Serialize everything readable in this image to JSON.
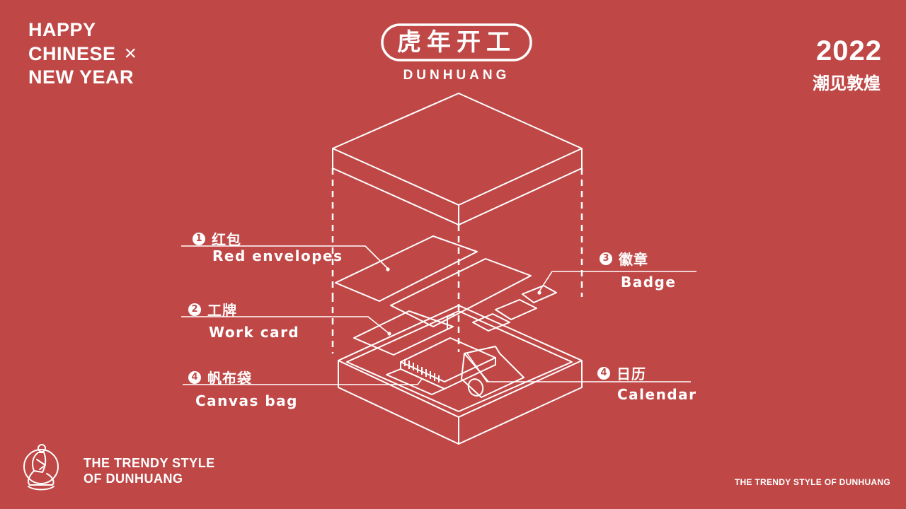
{
  "header": {
    "greeting_lines": [
      "HAPPY",
      "CHINESE",
      "NEW YEAR"
    ],
    "greeting_symbol": "×",
    "logo_title": "虎年开工",
    "logo_subtitle": "DUNHUANG",
    "year": "2022",
    "year_subtitle": "潮见敦煌"
  },
  "diagram": {
    "labels": [
      {
        "num": "1",
        "cn": "红包",
        "en": "Red envelopes"
      },
      {
        "num": "2",
        "cn": "工牌",
        "en": "Work card"
      },
      {
        "num": "3",
        "cn": "徽章",
        "en": "Badge"
      },
      {
        "num": "4",
        "cn": "帆布袋",
        "en": "Canvas bag"
      },
      {
        "num": "4",
        "cn": "日历",
        "en": "Calendar"
      }
    ]
  },
  "footer": {
    "tagline_lines": [
      "THE TRENDY STYLE",
      "OF DUNHUANG"
    ],
    "tagline_small": "THE TRENDY STYLE OF DUNHUANG",
    "emblem_icon": "seated-figure-icon"
  },
  "colors": {
    "background": "#BF4847",
    "foreground": "#FFFFFF"
  }
}
